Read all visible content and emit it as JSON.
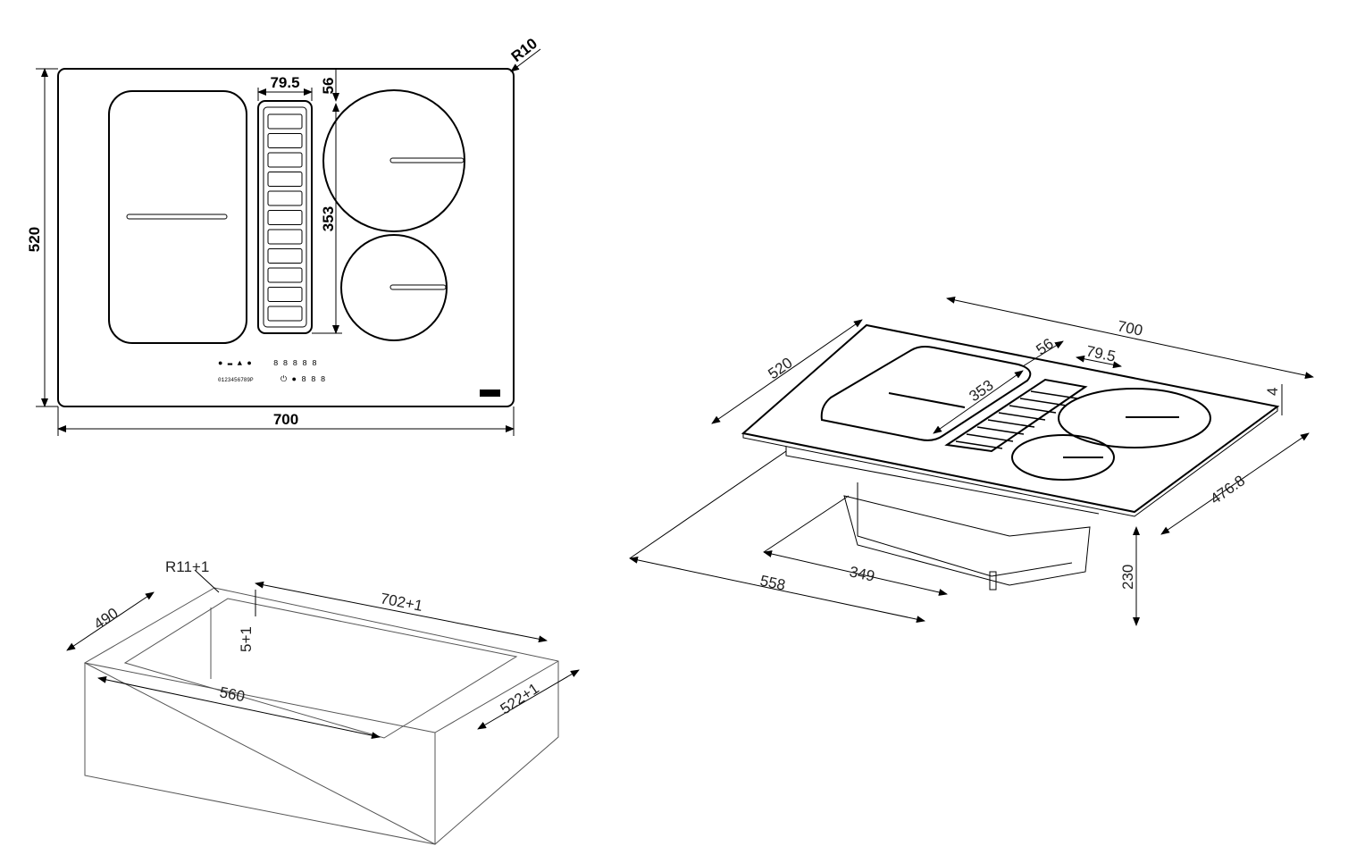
{
  "top_view": {
    "width": "700",
    "depth": "520",
    "corner_radius": "R10",
    "vent_width": "79.5",
    "vent_offset": "56",
    "vent_length": "353"
  },
  "cutout": {
    "corner_radius": "R11+1",
    "depth_front": "490",
    "width_top": "702+1",
    "recess": "5+1",
    "inner_width": "560",
    "depth_side": "522+1"
  },
  "iso_view": {
    "width": "700",
    "depth": "520",
    "vent_offset": "56",
    "vent_width": "79.5",
    "vent_length": "353",
    "thickness": "4",
    "side_depth": "476.8",
    "base_width": "558",
    "base_depth": "349",
    "height": "230"
  }
}
